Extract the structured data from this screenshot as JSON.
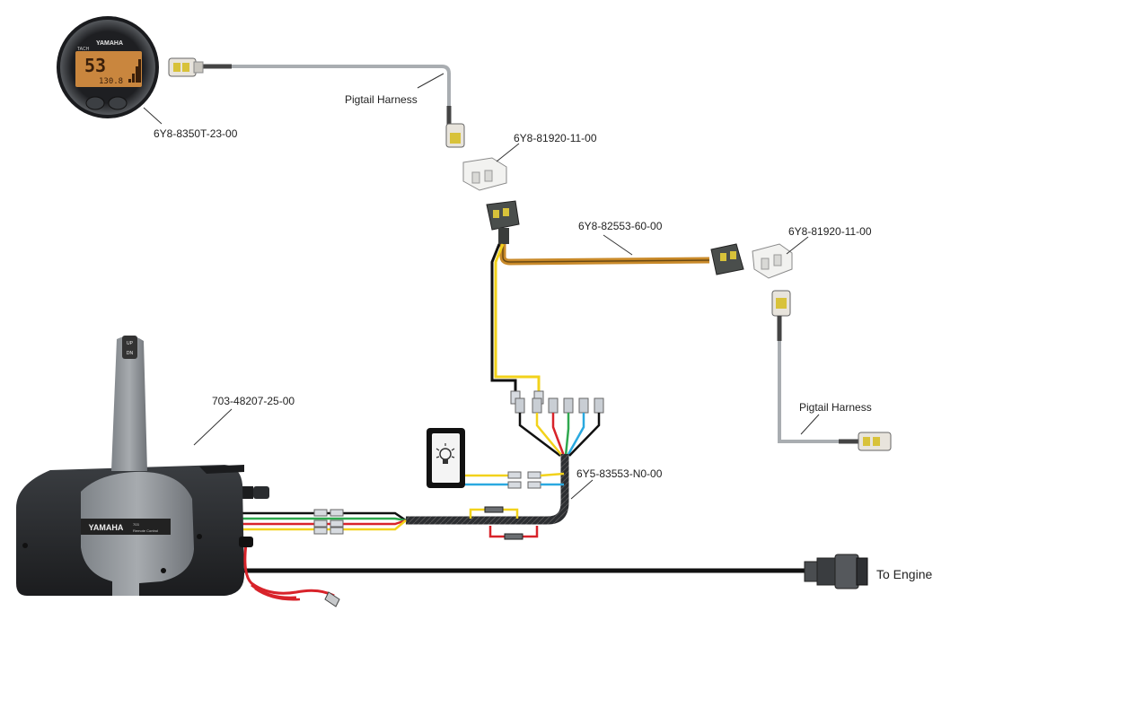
{
  "gauge": {
    "brand": "YAMAHA",
    "mode": "TACH",
    "rpm_digits": "53",
    "hours_value": "130.8",
    "part": "6Y8-8350T-23-00"
  },
  "labels": {
    "pigtail_top": "Pigtail Harness",
    "pigtail_right": "Pigtail Harness",
    "connector_top": "6Y8-81920-11-00",
    "connector_right": "6Y8-81920-11-00",
    "extension": "6Y8-82553-60-00",
    "remote": "703-48207-25-00",
    "switch_harness": "6Y5-83553-N0-00",
    "to_engine": "To Engine"
  },
  "remote": {
    "brand": "YAMAHA",
    "tag_line1": "703",
    "tag_line2": "Remote Control",
    "button_up": "UP",
    "button_dn": "DN"
  },
  "colors": {
    "harness_orange": "#c98a2a",
    "wire_yellow": "#f2d21b",
    "wire_blue": "#2aa9e0",
    "wire_red": "#d8232a",
    "wire_green": "#2fa84f",
    "wire_black": "#111111",
    "cable_grey": "#a9adb1",
    "body_dark": "#2a2c2f"
  }
}
